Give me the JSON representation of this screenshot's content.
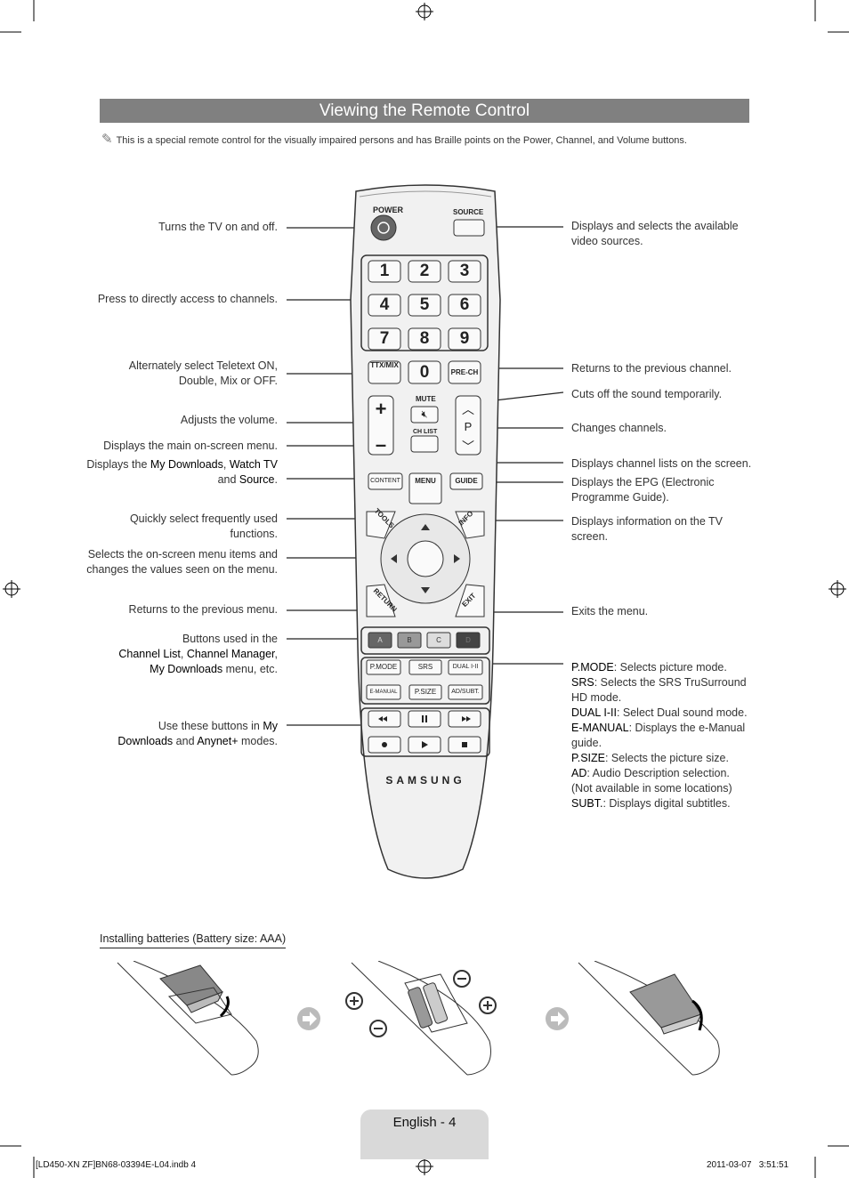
{
  "title": "Viewing the Remote Control",
  "note": "This is a special remote control for the visually impaired persons and has Braille points on the Power, Channel, and Volume buttons.",
  "left_labels": [
    {
      "text": "Turns the TV on and off."
    },
    {
      "text": "Press to directly access to channels."
    },
    {
      "text": "Alternately select Teletext ON,"
    },
    {
      "text": "Double, Mix or OFF."
    },
    {
      "text": "Adjusts the volume."
    },
    {
      "text": "Displays the main on-screen menu."
    },
    {
      "text": "Quickly select frequently used"
    },
    {
      "text": "functions."
    },
    {
      "text": "Selects the on-screen menu items and"
    },
    {
      "text": "changes the values seen on the menu."
    },
    {
      "text": "Returns to the previous menu."
    }
  ],
  "mydl_label": {
    "p1": "Displays the ",
    "b1": "My Downloads",
    "p2": ", ",
    "b2": "Watch TV",
    "p3": "and ",
    "b3": "Source",
    "p4": "."
  },
  "color_label": {
    "p1": "Buttons used in the",
    "b1": "Channel List",
    "p2": ", ",
    "b2": "Channel Manager",
    "p3": ",",
    "b3": "My Downloads",
    "p4": " menu, etc."
  },
  "media_label": {
    "p1": "Use these buttons in ",
    "b1": "My",
    "b2": "Downloads",
    "p2": " and ",
    "b3": "Anynet+",
    "p3": " modes."
  },
  "right_labels": [
    {
      "text": "Displays and selects the available"
    },
    {
      "text": "video sources."
    },
    {
      "text": "Returns to the previous channel."
    },
    {
      "text": "Cuts off the sound temporarily."
    },
    {
      "text": "Changes channels."
    },
    {
      "text": "Displays channel lists on the screen."
    },
    {
      "text": "Displays the EPG (Electronic"
    },
    {
      "text": "Programme Guide)."
    },
    {
      "text": "Displays information on the TV"
    },
    {
      "text": "screen."
    },
    {
      "text": "Exits the menu."
    }
  ],
  "features": [
    {
      "key": "P.MODE",
      "desc": ": Selects picture mode."
    },
    {
      "key": "SRS",
      "desc": ": Selects the SRS TruSurround"
    },
    {
      "key": "",
      "desc": "HD mode."
    },
    {
      "key": "DUAL I-II",
      "desc": ": Select Dual sound mode."
    },
    {
      "key": "E-MANUAL",
      "desc": ": Displays the e-Manual"
    },
    {
      "key": "",
      "desc": "guide."
    },
    {
      "key": "P.SIZE",
      "desc": ": Selects the picture size."
    },
    {
      "key": "AD",
      "desc": ": Audio Description selection."
    },
    {
      "key": "",
      "desc": "(Not available in some locations)"
    },
    {
      "key": "SUBT.",
      "desc": ": Displays digital subtitles."
    }
  ],
  "remote": {
    "power": "POWER",
    "source": "SOURCE",
    "digits": [
      "1",
      "2",
      "3",
      "4",
      "5",
      "6",
      "7",
      "8",
      "9"
    ],
    "zero": "0",
    "ttx": "TTX/MIX",
    "prech": "PRE-CH",
    "mute": "MUTE",
    "chlist": "CH LIST",
    "p": "P",
    "menu": "MENU",
    "content": "CONTENT",
    "guide": "GUIDE",
    "tools": "TOOLS",
    "info": "INFO",
    "return": "RETURN",
    "exit": "EXIT",
    "colors": [
      "A",
      "B",
      "C",
      "D"
    ],
    "func": [
      "P.MODE",
      "SRS",
      "DUAL I-II",
      "E-MANUAL",
      "P.SIZE",
      "AD/SUBT."
    ],
    "brand": "SAMSUNG"
  },
  "battery_title": "Installing batteries (Battery size: AAA)",
  "footer": "English - 4",
  "print_left": "[LD450-XN ZF]BN68-03394E-L04.indb   4",
  "print_right": "2011-03-07     3:51:51",
  "colors": {
    "title_bar": "#808080",
    "footer_tab": "#d9d9d9"
  }
}
